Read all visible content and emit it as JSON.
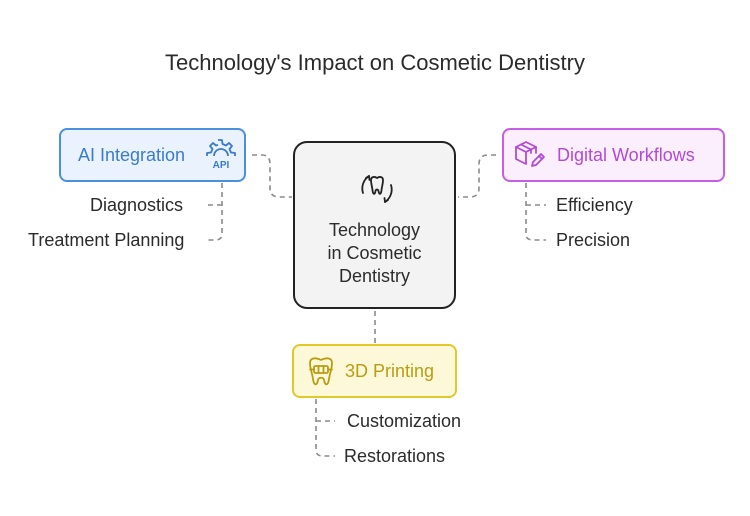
{
  "title": "Technology's Impact on Cosmetic Dentistry",
  "center": {
    "line1": "Technology",
    "line2": "in Cosmetic",
    "line3": "Dentistry"
  },
  "branches": {
    "ai": {
      "label": "AI Integration",
      "leaves": [
        "Diagnostics",
        "Treatment Planning"
      ],
      "color": "#4a8fe0"
    },
    "digital": {
      "label": "Digital Workflows",
      "leaves": [
        "Efficiency",
        "Precision"
      ],
      "color": "#c65ee6"
    },
    "printing": {
      "label": "3D Printing",
      "leaves": [
        "Customization",
        "Restorations"
      ],
      "color": "#e3c82a"
    }
  },
  "icons": {
    "ai": "gear-api-icon",
    "digital": "box-edit-icon",
    "printing": "tooth-braces-icon",
    "center": "tooth-cycle-icon"
  }
}
